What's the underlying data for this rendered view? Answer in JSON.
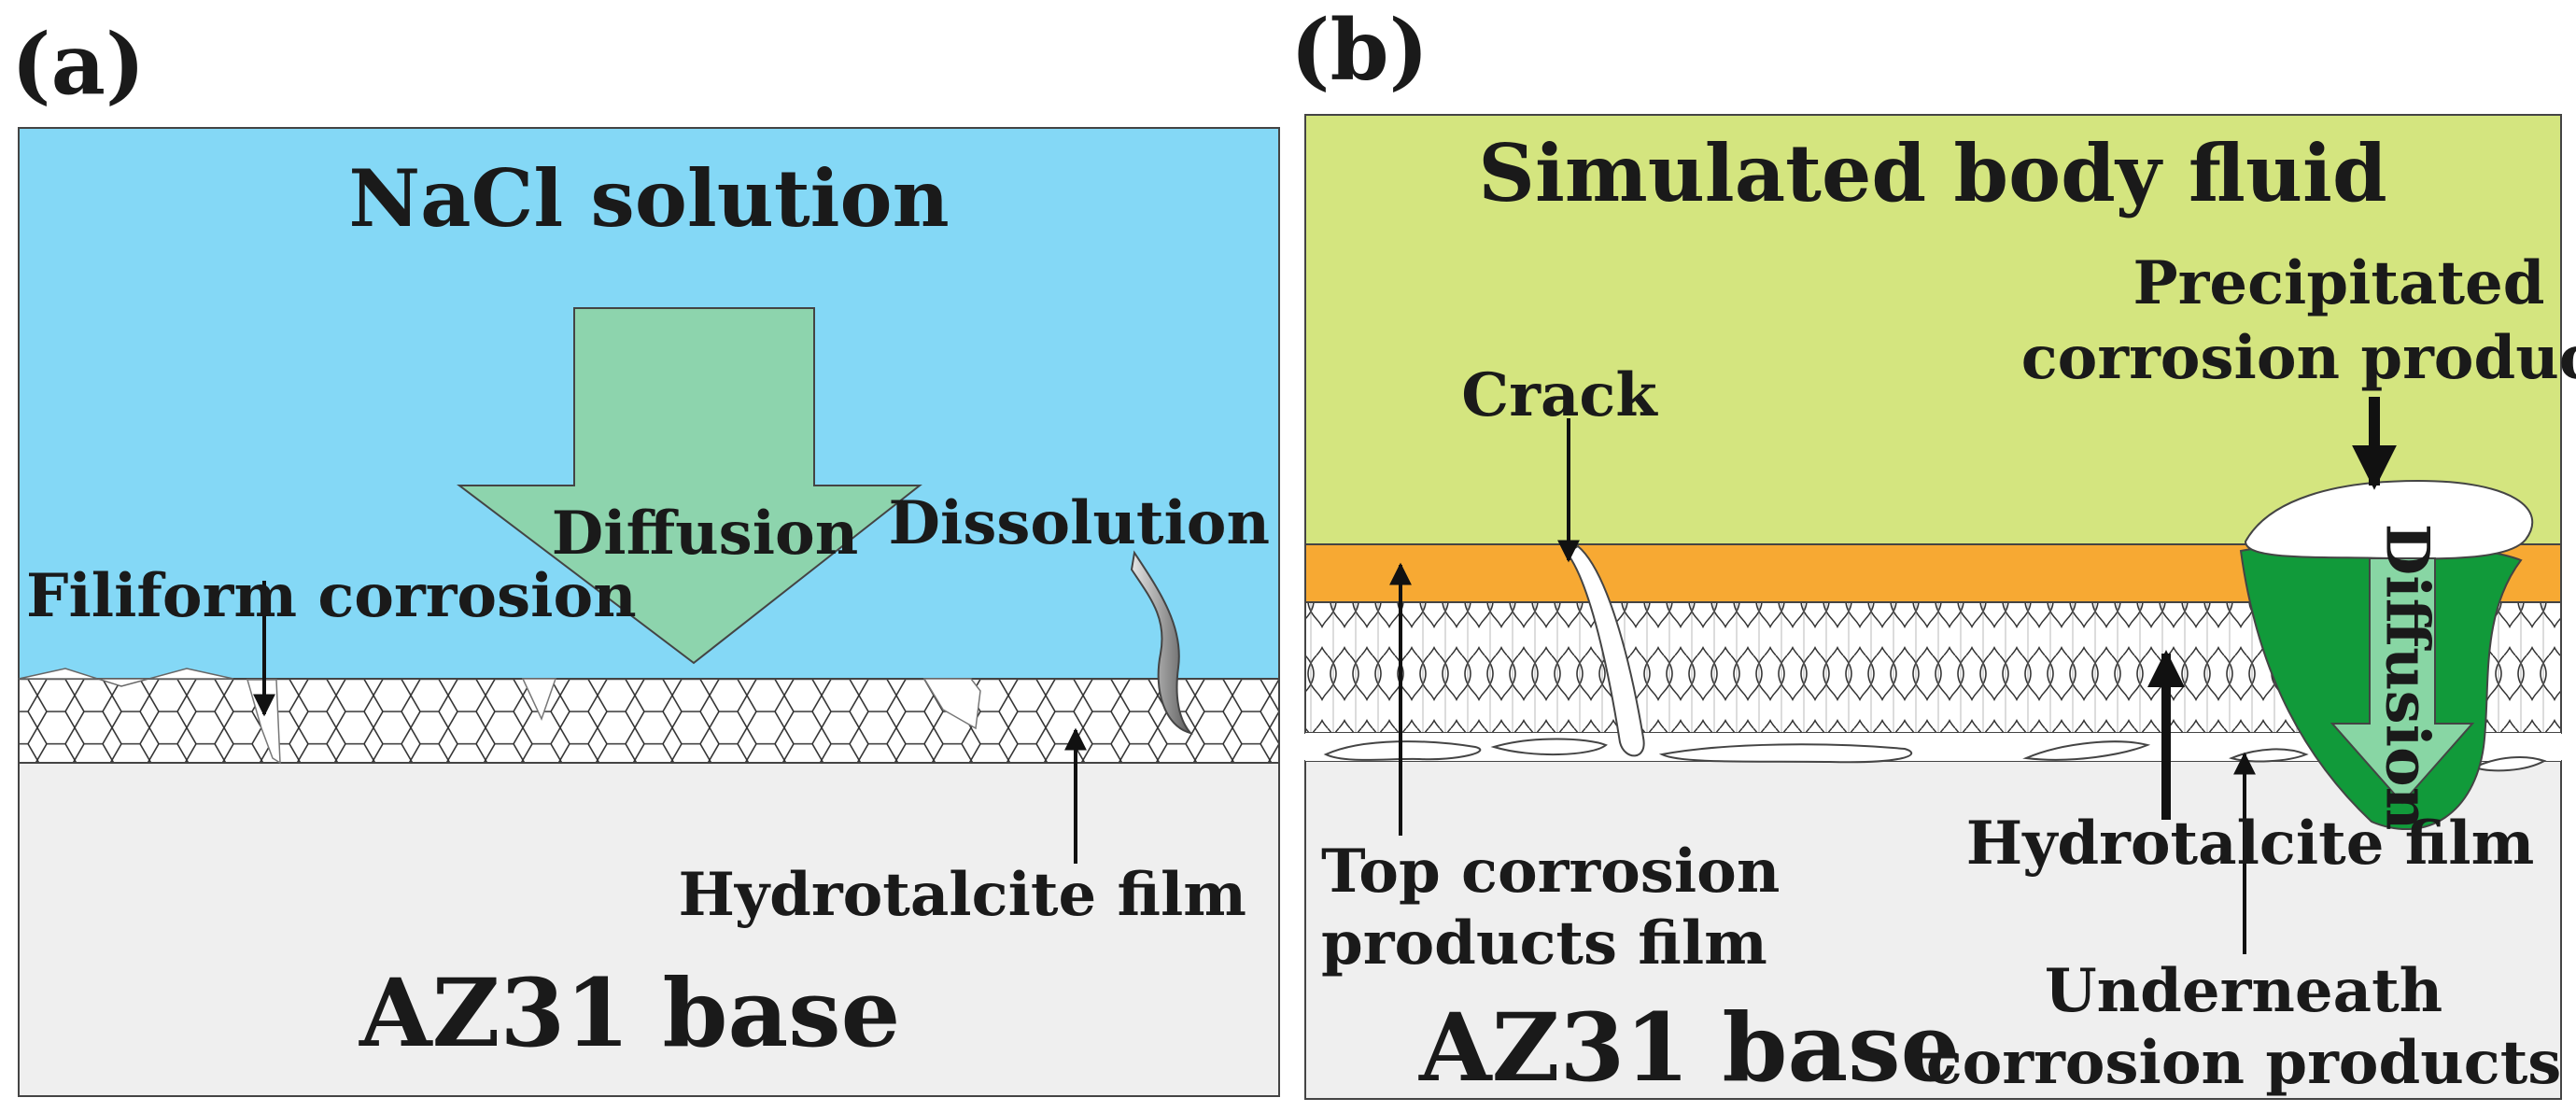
{
  "panel_a": {
    "label": "(a)",
    "medium": "NaCl solution",
    "diffusion": "Diffusion",
    "dissolution": "Dissolution",
    "filiform": "Filiform corrosion",
    "film": "Hydrotalcite film",
    "base": "AZ31 base",
    "colors": {
      "solution": "#84d8f6",
      "arrow": "#8dd4ad",
      "base": "#efefef"
    }
  },
  "panel_b": {
    "label": "(b)",
    "medium": "Simulated body fluid",
    "precip_1": "Precipitated",
    "precip_2": "corrosion products",
    "crack": "Crack",
    "diffusion": "Diffusion",
    "top_film_1": "Top corrosion",
    "top_film_2": "products film",
    "film": "Hydrotalcite film",
    "under_1": "Underneath",
    "under_2": "corrosion products",
    "base": "AZ31 base",
    "colors": {
      "fluid": "#d4e57f",
      "top_film": "#f7a933",
      "green": "#119a3a",
      "arrow": "#88d6a4",
      "base": "#efefef"
    }
  }
}
